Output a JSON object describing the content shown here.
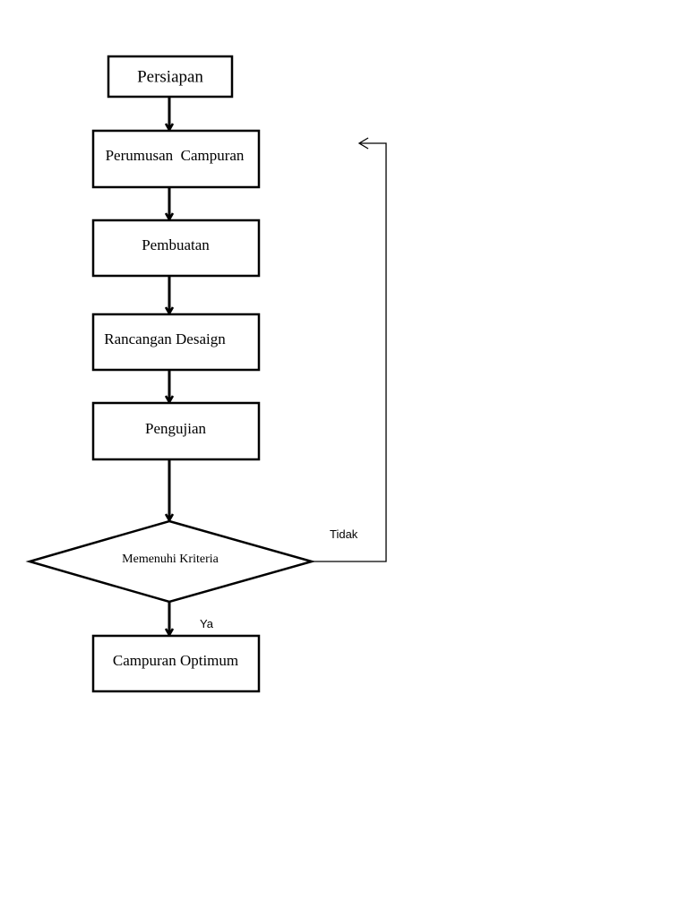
{
  "steps": [
    "Persiapan",
    "Perumusan  Campuran",
    "Pembuatan",
    "Rancangan Desaign",
    "Pengujian"
  ],
  "decision": "Memenuhi Kriteria",
  "branch_yes": "Ya",
  "branch_no": "Tidak",
  "result": "Campuran Optimum",
  "colors": {
    "stroke": "#000000",
    "background": "#ffffff"
  }
}
